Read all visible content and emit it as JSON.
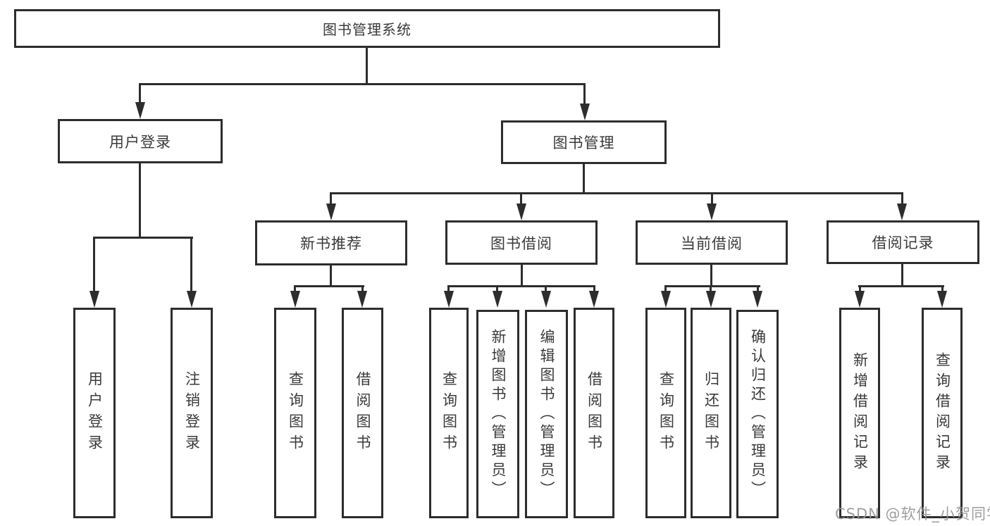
{
  "root": {
    "label": "图书管理系统"
  },
  "user_login": {
    "label": "用户登录",
    "children": [
      {
        "label": "用户登录"
      },
      {
        "label": "注销登录"
      }
    ]
  },
  "book_management": {
    "label": "图书管理",
    "sections": [
      {
        "label": "新书推荐",
        "children": [
          {
            "label": "查询图书"
          },
          {
            "label": "借阅图书"
          }
        ]
      },
      {
        "label": "图书借阅",
        "children": [
          {
            "label": "查询图书"
          },
          {
            "label": "新增图书（管理员）"
          },
          {
            "label": "编辑图书（管理员）"
          },
          {
            "label": "借阅图书"
          }
        ]
      },
      {
        "label": "当前借阅",
        "children": [
          {
            "label": "查询图书"
          },
          {
            "label": "归还图书"
          },
          {
            "label": "确认归还（管理员）"
          }
        ]
      },
      {
        "label": "借阅记录",
        "children": [
          {
            "label": "新增借阅记录"
          },
          {
            "label": "查询借阅记录"
          }
        ]
      }
    ]
  },
  "watermark": "CSDN @软件_小贺同学",
  "colors": {
    "line": "#2d2d2d",
    "text": "#3a3a3a",
    "watermark": "#949494",
    "background": "#ffffff"
  }
}
